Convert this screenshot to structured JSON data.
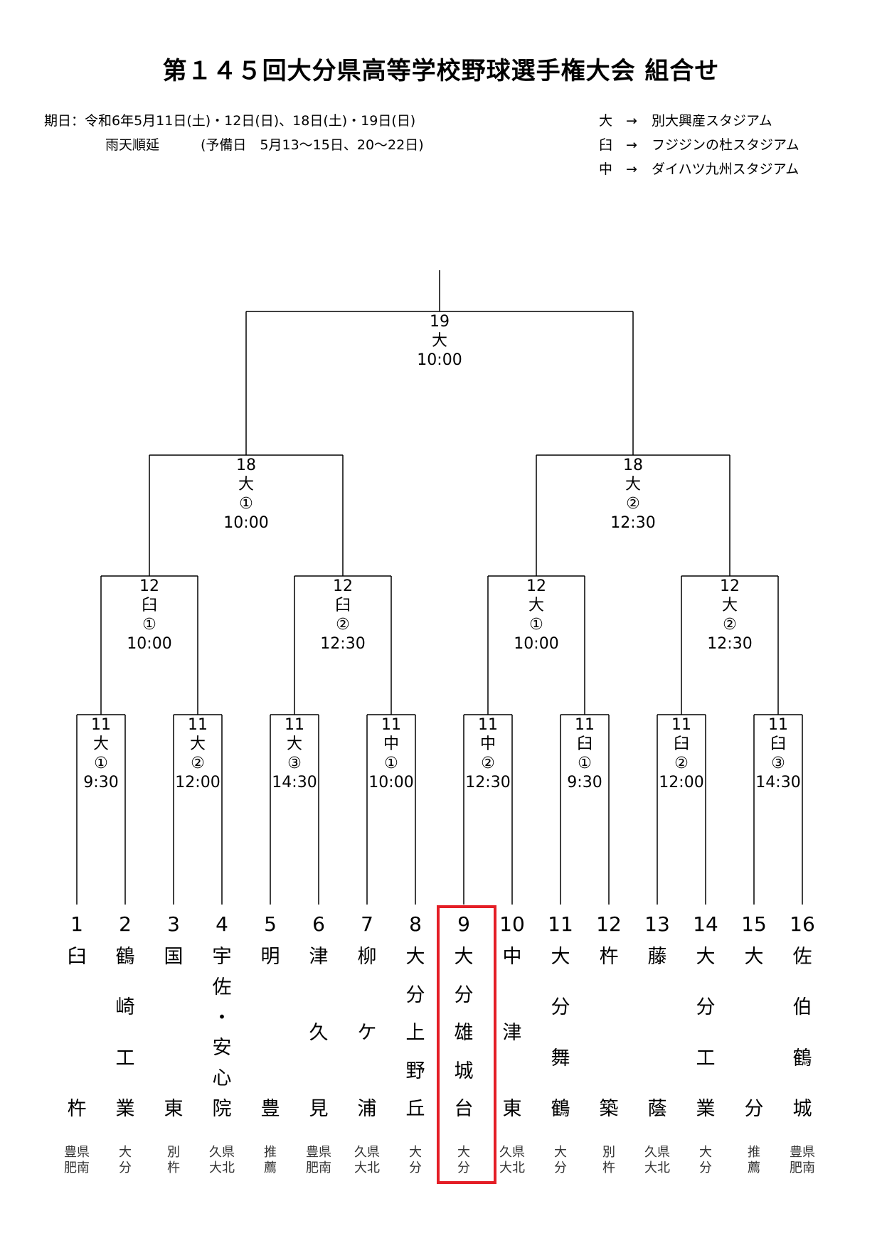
{
  "title": "第１４５回大分県高等学校野球選手権大会 組合せ",
  "schedule": {
    "dates": "期日：令和6年5月11日(土)・12日(日)、18日(土)・19日(日)",
    "rain_label": "雨天順延",
    "reserve": "(予備日　5月13～15日、20～22日)"
  },
  "legend": [
    {
      "key": "大",
      "arrow": "→",
      "venue": "別大興産スタジアム"
    },
    {
      "key": "臼",
      "arrow": "→",
      "venue": "フジジンの杜スタジアム"
    },
    {
      "key": "中",
      "arrow": "→",
      "venue": "ダイハツ九州スタジアム"
    }
  ],
  "matches": {
    "final": {
      "lines": [
        "19",
        "大",
        "10:00"
      ]
    },
    "semis": [
      {
        "lines": [
          "18",
          "大",
          "①",
          "10:00"
        ]
      },
      {
        "lines": [
          "18",
          "大",
          "②",
          "12:30"
        ]
      }
    ],
    "quarters": [
      {
        "lines": [
          "12",
          "臼",
          "①",
          "10:00"
        ]
      },
      {
        "lines": [
          "12",
          "臼",
          "②",
          "12:30"
        ]
      },
      {
        "lines": [
          "12",
          "大",
          "①",
          "10:00"
        ]
      },
      {
        "lines": [
          "12",
          "大",
          "②",
          "12:30"
        ]
      }
    ],
    "first": [
      {
        "lines": [
          "11",
          "大",
          "①",
          "9:30"
        ]
      },
      {
        "lines": [
          "11",
          "大",
          "②",
          "12:00"
        ]
      },
      {
        "lines": [
          "11",
          "大",
          "③",
          "14:30"
        ]
      },
      {
        "lines": [
          "11",
          "中",
          "①",
          "10:00"
        ]
      },
      {
        "lines": [
          "11",
          "中",
          "②",
          "12:30"
        ]
      },
      {
        "lines": [
          "11",
          "臼",
          "①",
          "9:30"
        ]
      },
      {
        "lines": [
          "11",
          "臼",
          "②",
          "12:00"
        ]
      },
      {
        "lines": [
          "11",
          "臼",
          "③",
          "14:30"
        ]
      }
    ]
  },
  "teams": [
    {
      "num": "1",
      "name": "臼杵",
      "region": [
        "豊県",
        "肥南"
      ]
    },
    {
      "num": "2",
      "name": "鶴崎工業",
      "region": [
        "大",
        "分"
      ]
    },
    {
      "num": "3",
      "name": "国東",
      "region": [
        "別",
        "杵"
      ]
    },
    {
      "num": "4",
      "name": "宇佐・安心院",
      "region": [
        "久県",
        "大北"
      ]
    },
    {
      "num": "5",
      "name": "明豊",
      "region": [
        "推",
        "薦"
      ]
    },
    {
      "num": "6",
      "name": "津久見",
      "region": [
        "豊県",
        "肥南"
      ]
    },
    {
      "num": "7",
      "name": "柳ケ浦",
      "region": [
        "久県",
        "大北"
      ]
    },
    {
      "num": "8",
      "name": "大分上野丘",
      "region": [
        "大",
        "分"
      ]
    },
    {
      "num": "9",
      "name": "大分雄城台",
      "region": [
        "大",
        "分"
      ]
    },
    {
      "num": "10",
      "name": "中津東",
      "region": [
        "久県",
        "大北"
      ]
    },
    {
      "num": "11",
      "name": "大分舞鶴",
      "region": [
        "大",
        "分"
      ]
    },
    {
      "num": "12",
      "name": "杵築",
      "region": [
        "別",
        "杵"
      ]
    },
    {
      "num": "13",
      "name": "藤蔭",
      "region": [
        "久県",
        "大北"
      ]
    },
    {
      "num": "14",
      "name": "大分工業",
      "region": [
        "大",
        "分"
      ]
    },
    {
      "num": "15",
      "name": "大分",
      "region": [
        "推",
        "薦"
      ]
    },
    {
      "num": "16",
      "name": "佐伯鶴城",
      "region": [
        "豊県",
        "肥南"
      ]
    }
  ],
  "highlight_team_index": 8,
  "colors": {
    "highlight": "#e41e26",
    "line": "#000000"
  }
}
